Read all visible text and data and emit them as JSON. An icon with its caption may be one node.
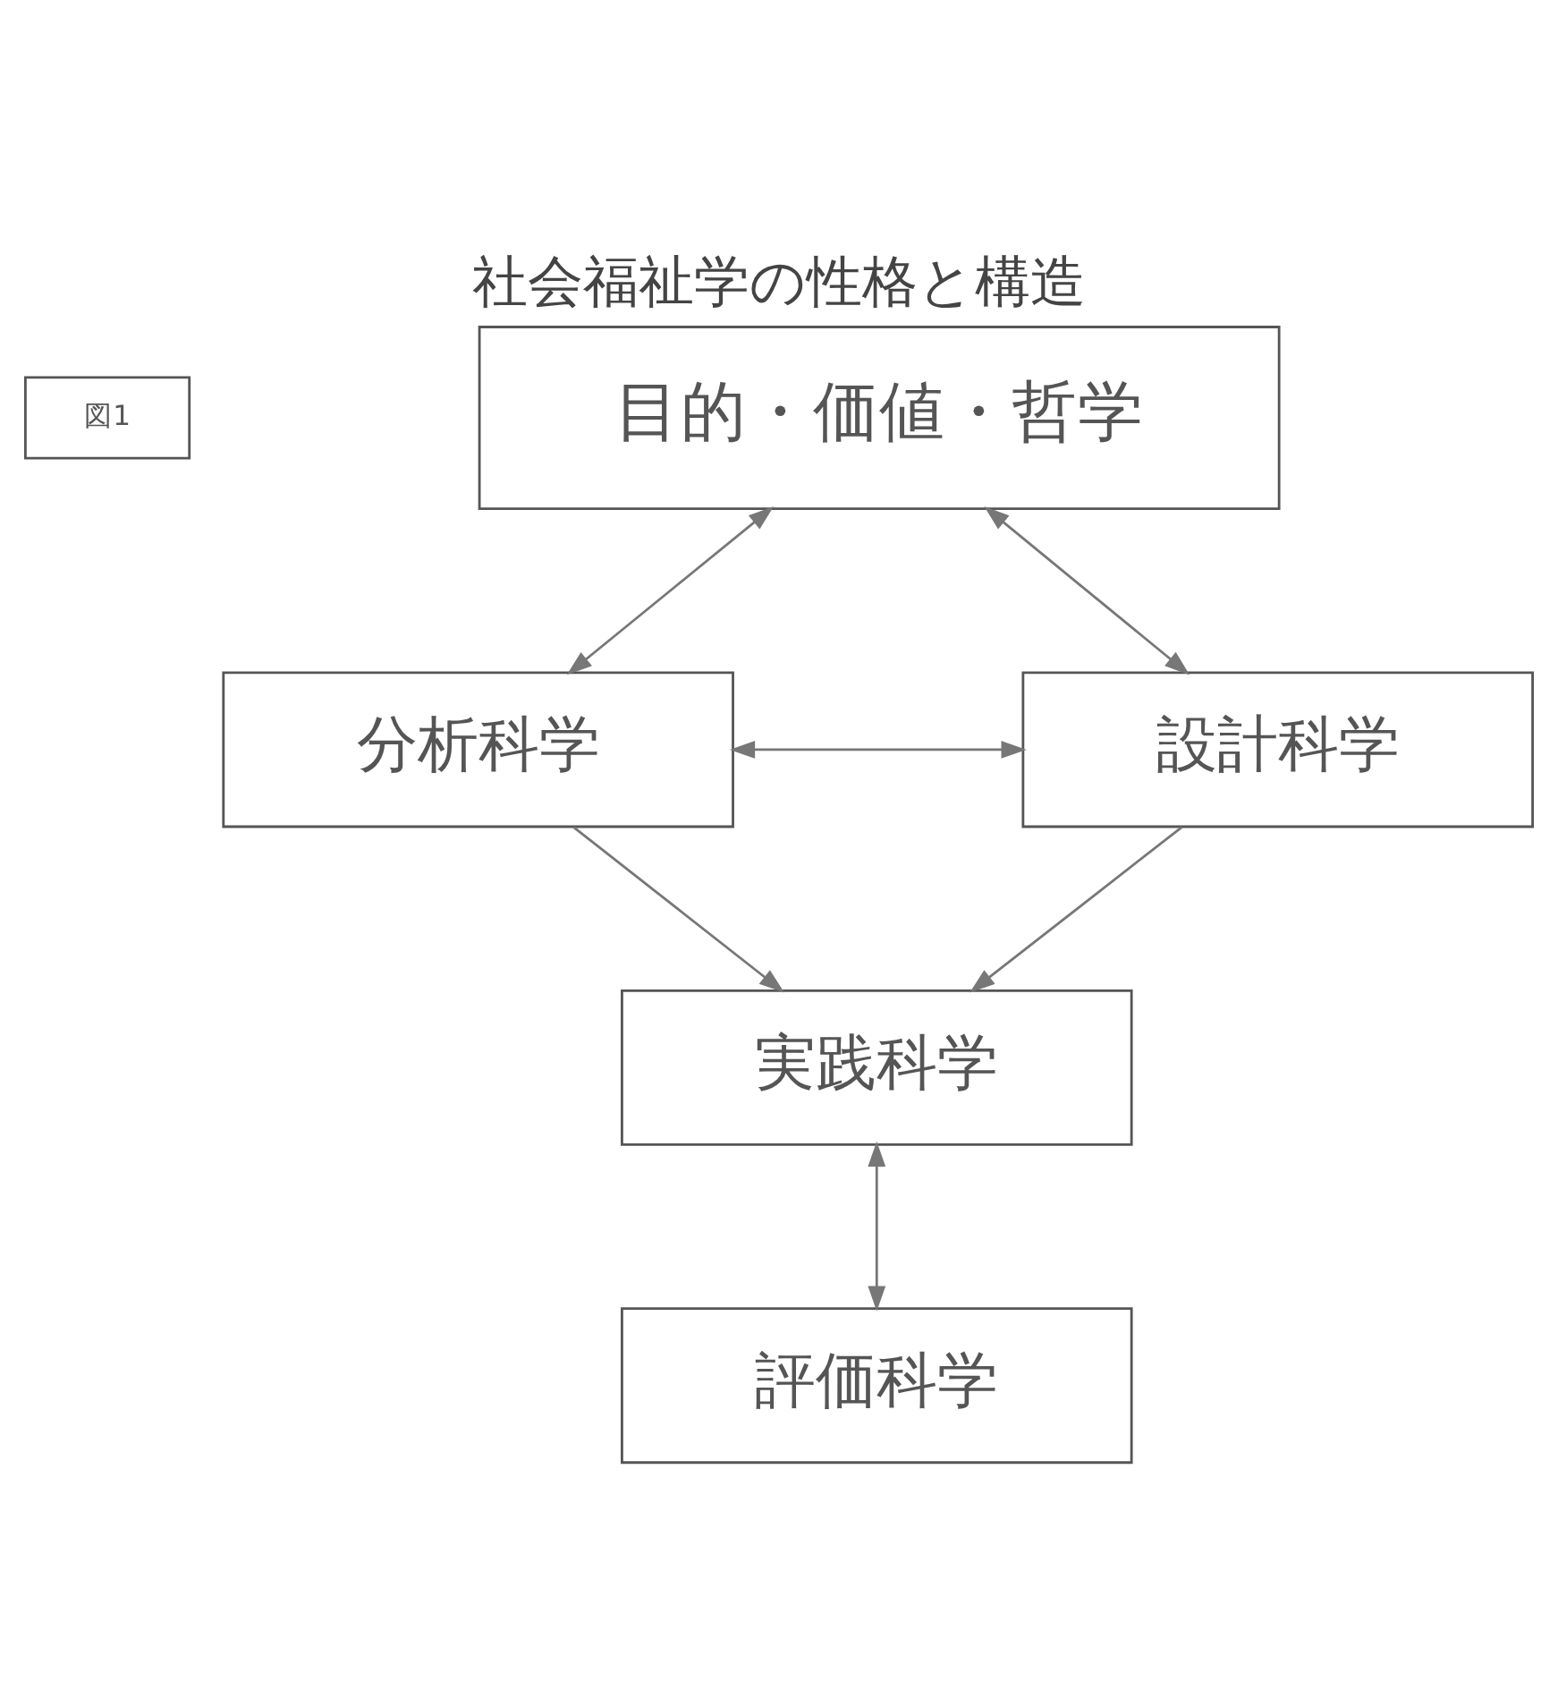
{
  "diagram": {
    "title": "社会福祉学の性格と構造",
    "nodes": [
      {
        "text": [
          "図1"
        ]
      },
      {
        "text": [
          "目的・価値・哲学"
        ]
      },
      {
        "text": [
          "分析科学"
        ]
      },
      {
        "text": [
          "設計科学"
        ]
      },
      {
        "text": [
          "実践科学"
        ]
      },
      {
        "text": [
          "評価科学"
        ]
      }
    ],
    "edges": [
      {
        "from": 1,
        "to": 2,
        "arrow": "both"
      },
      {
        "from": 1,
        "to": 3,
        "arrow": "both"
      },
      {
        "from": 2,
        "to": 3,
        "arrow": "both"
      },
      {
        "from": 2,
        "to": 4,
        "arrow": "to"
      },
      {
        "from": 3,
        "to": 4,
        "arrow": "to"
      },
      {
        "from": 4,
        "to": 5,
        "arrow": "both"
      }
    ]
  }
}
